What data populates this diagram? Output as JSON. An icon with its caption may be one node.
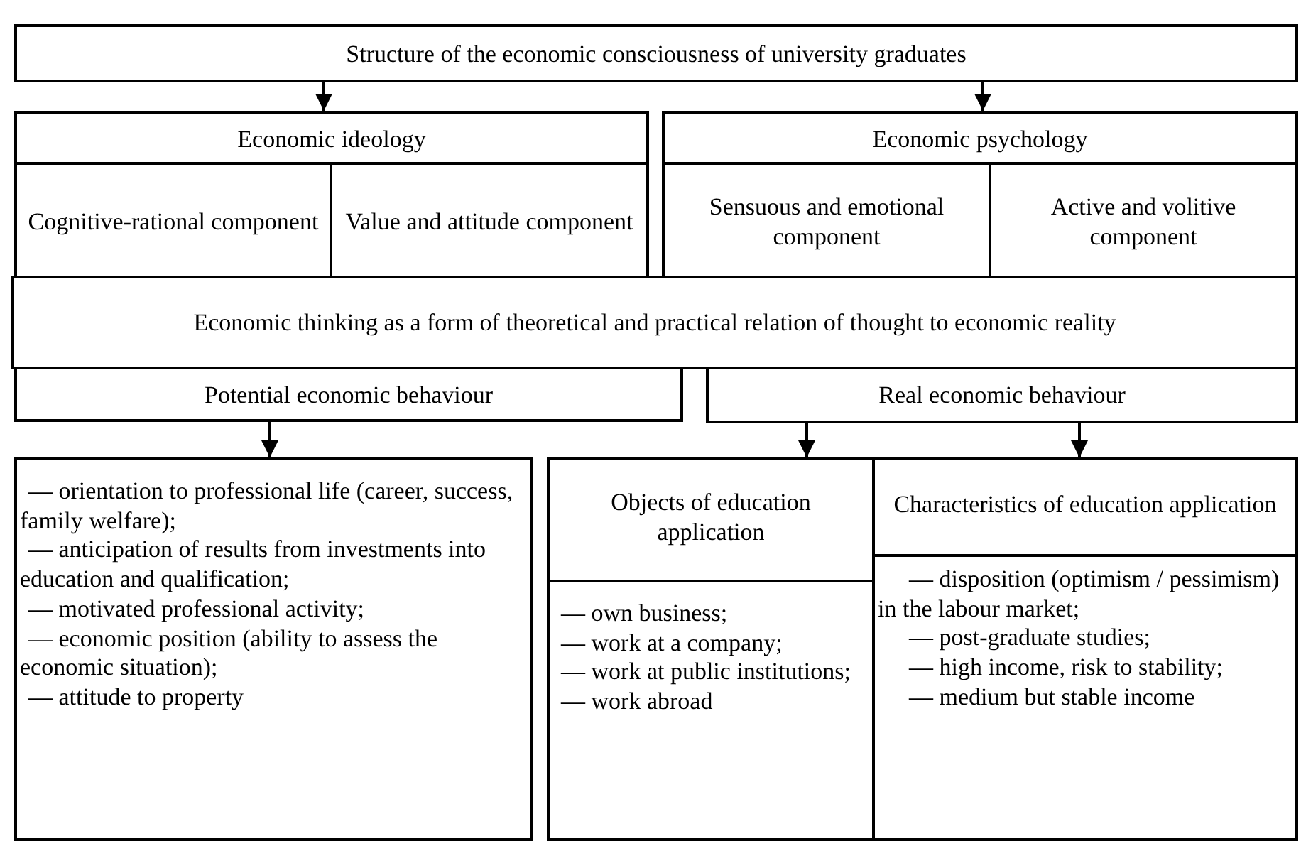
{
  "diagram": {
    "nodes": [
      {
        "text": [
          "Structure of the economic consciousness of university graduates"
        ]
      },
      {
        "text": [
          "Economic ideology"
        ]
      },
      {
        "text": [
          "Cognitive-rational component"
        ],
        "in": 1
      },
      {
        "text": [
          "Value and attitude component"
        ],
        "in": 1
      },
      {
        "text": [
          "Economic psychology"
        ]
      },
      {
        "text": [
          "Sensuous and emotional component"
        ],
        "in": 4
      },
      {
        "text": [
          "Active and volitive component"
        ],
        "in": 4
      },
      {
        "text": [
          "Economic thinking as a form of theoretical and practical relation of thought to economic reality"
        ]
      },
      {
        "text": [
          "Potential economic behaviour"
        ]
      },
      {
        "text": [
          "Real economic behaviour"
        ]
      },
      {
        "text": [
          "— orientation to professional life (career, success, family welfare);",
          "— anticipation of results from investments into education and qualification;",
          "— motivated professional activity;",
          "— economic position (ability to assess the economic situation);",
          "— attitude to property"
        ]
      },
      {
        "text": [
          "Objects of education application",
          "— own business;",
          "— work at a company;",
          "— work at public institutions;",
          "— work abroad"
        ]
      },
      {
        "text": [
          "Characteristics of education application",
          "— disposition (optimism / pessimism) in the labour market;",
          "— post-graduate studies;",
          "— high income, risk to stability;",
          "— medium but stable income"
        ]
      }
    ],
    "edges": [
      {
        "from": 0,
        "to": 1,
        "arrow": "to"
      },
      {
        "from": 0,
        "to": 4,
        "arrow": "to"
      },
      {
        "from": 8,
        "to": 10,
        "arrow": "to"
      },
      {
        "from": 9,
        "to": 11,
        "arrow": "to"
      },
      {
        "from": 9,
        "to": 12,
        "arrow": "to"
      }
    ]
  }
}
